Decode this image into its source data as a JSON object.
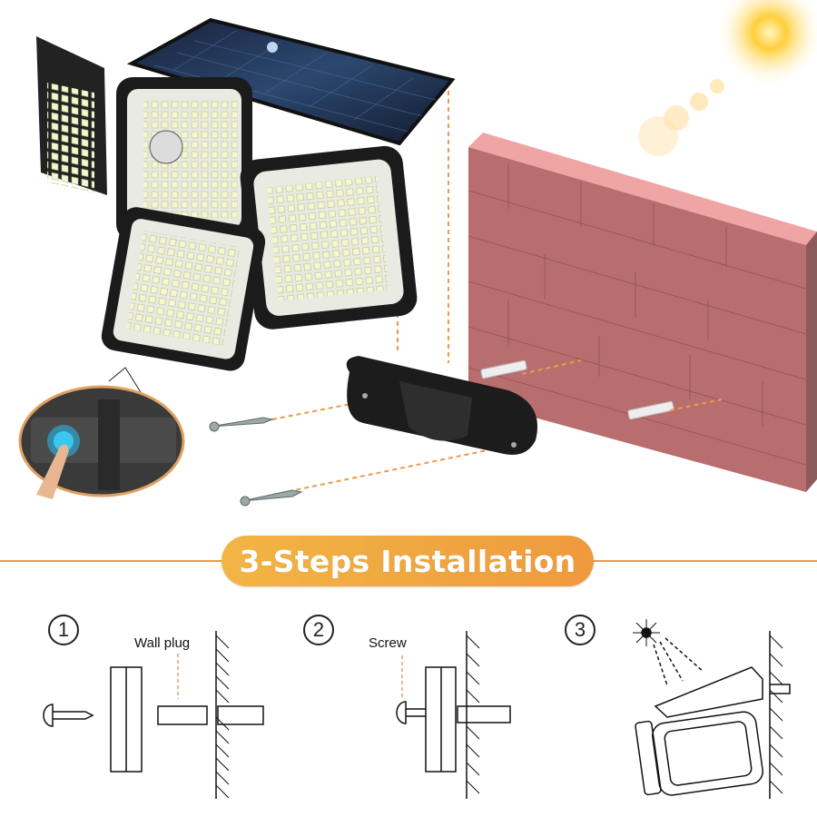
{
  "banner": {
    "title": "3-Steps Installation",
    "color_start": "#f2b544",
    "color_end": "#ee9a3e"
  },
  "steps": [
    {
      "number": "1",
      "label": "Wall plug"
    },
    {
      "number": "2",
      "label": "Screw"
    },
    {
      "number": "3",
      "label": ""
    }
  ],
  "illustration": {
    "product": "solar-flood-light-with-4-heads",
    "wall_color": "#b86e6e",
    "wall_top_color": "#f0a5a5",
    "guide_line_color": "#ef9a45",
    "button_color": "#29b6e6"
  }
}
